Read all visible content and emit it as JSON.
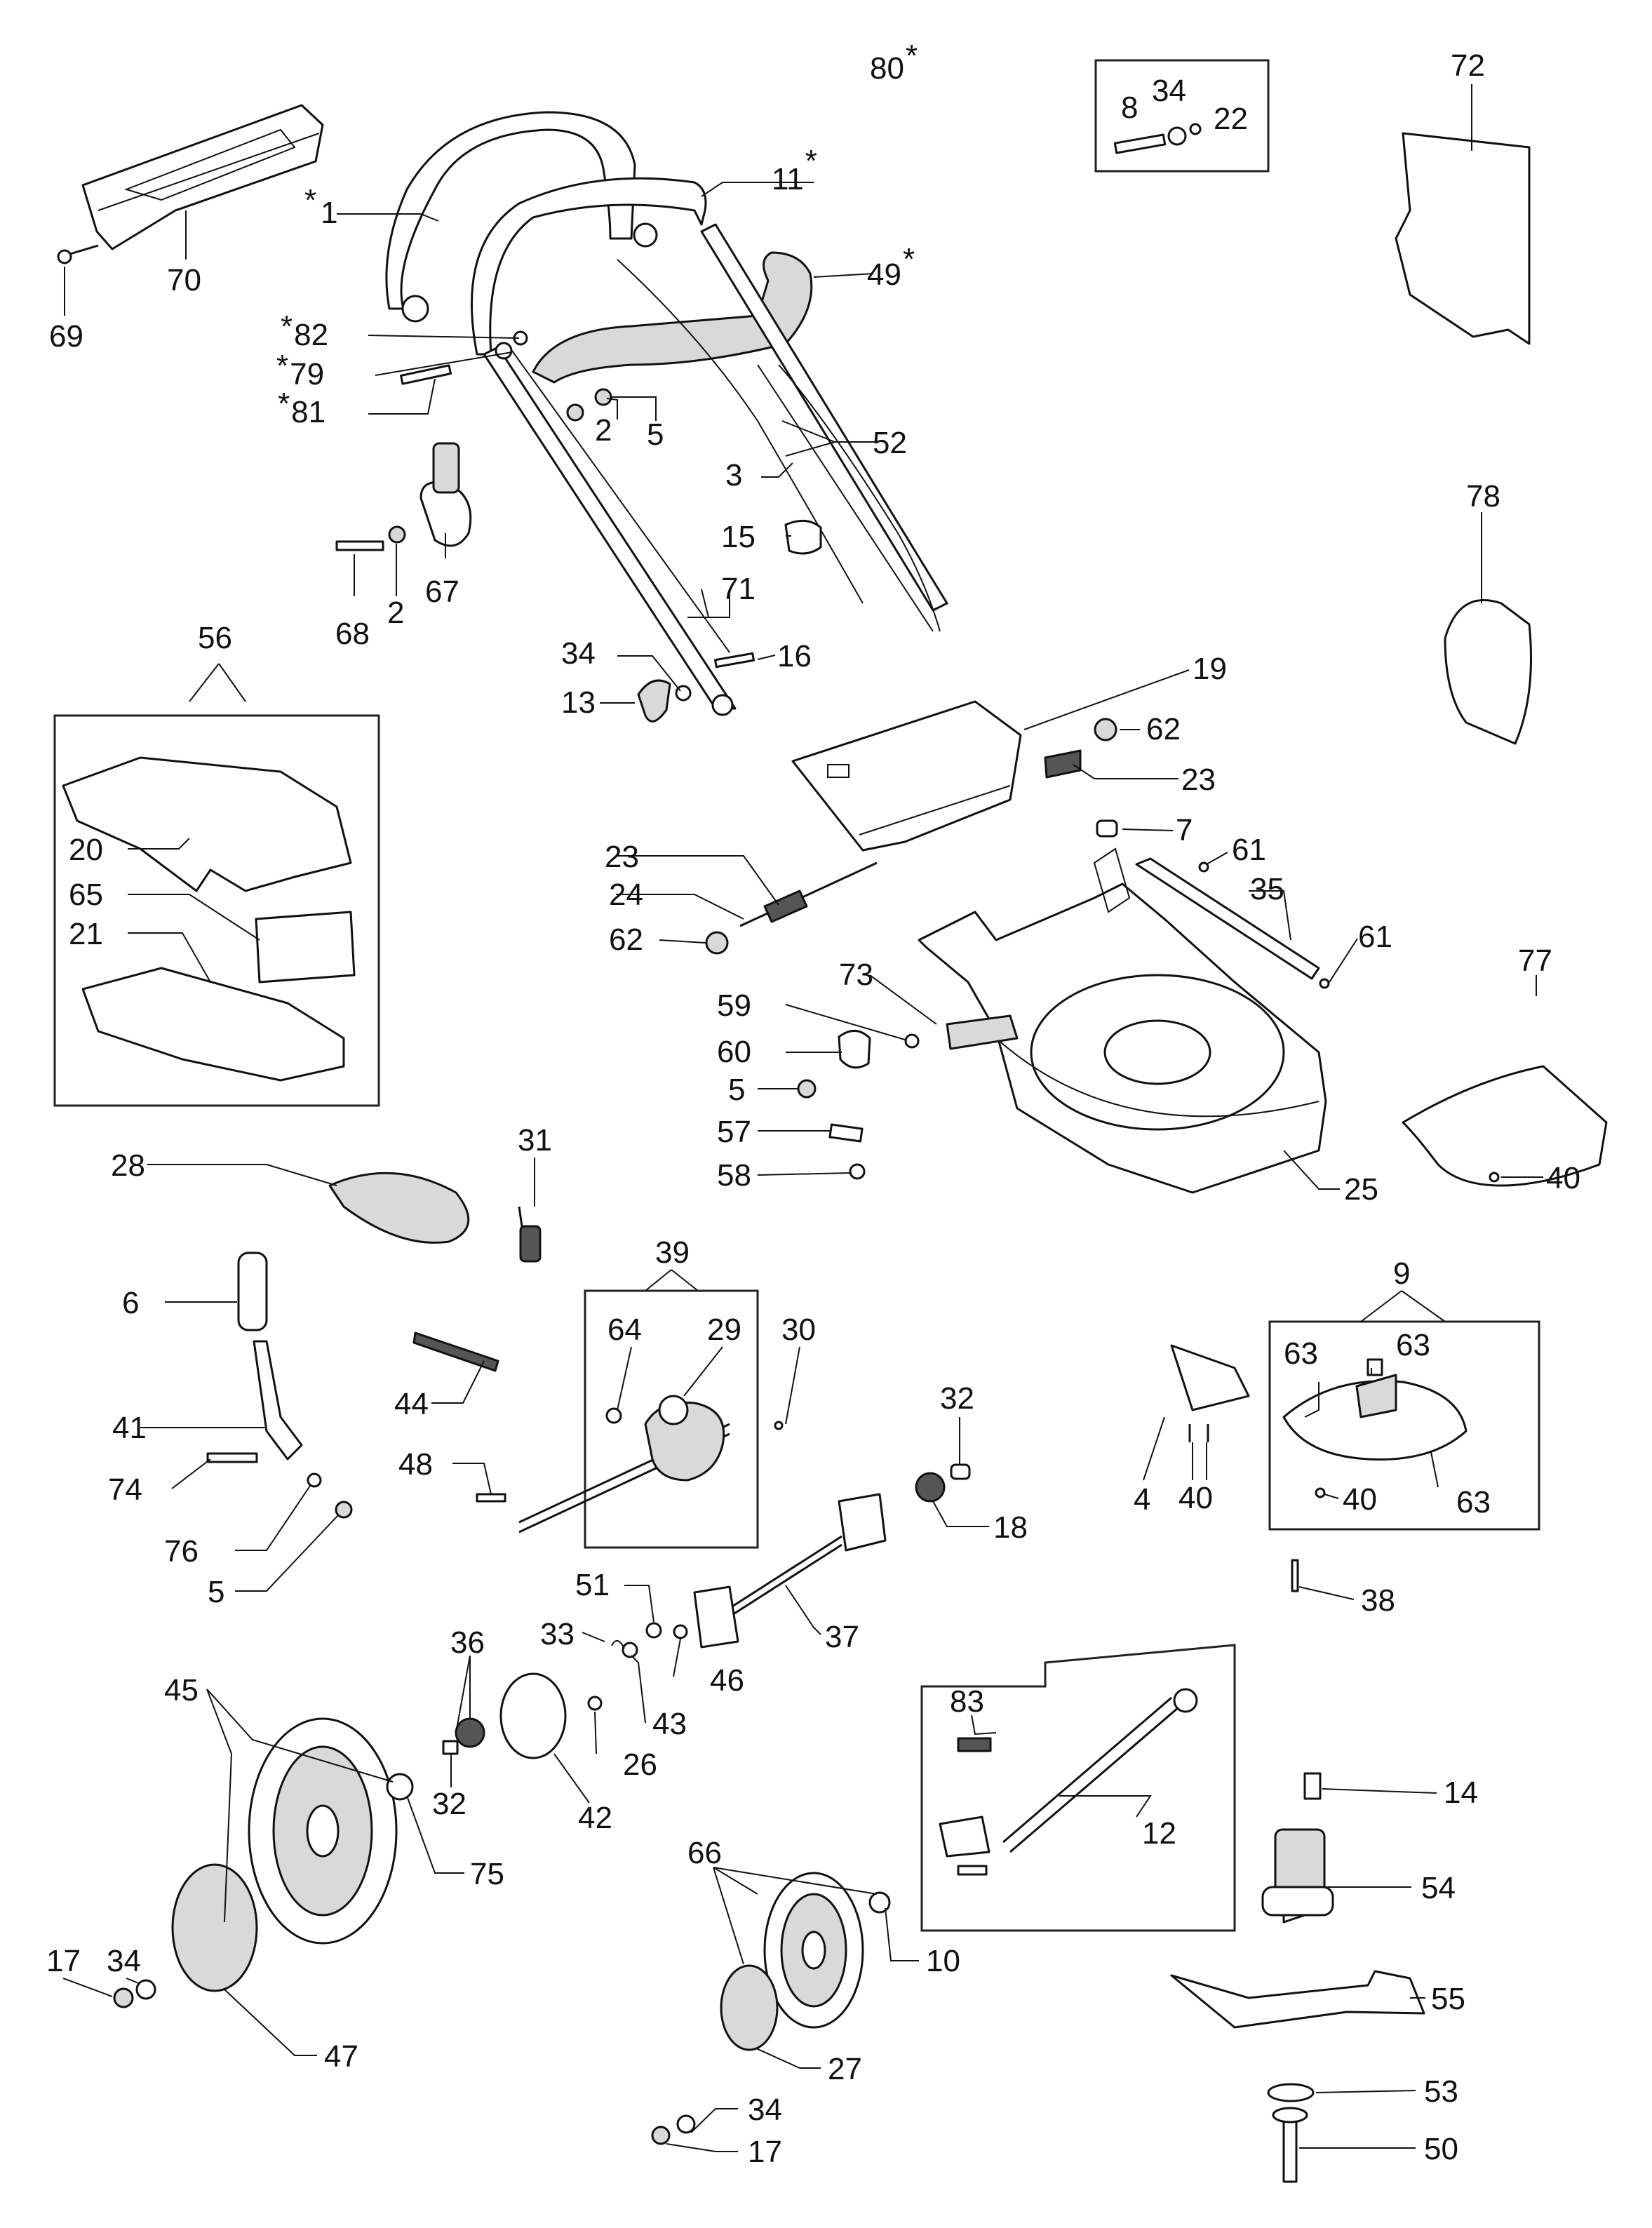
{
  "diagram": {
    "callouts": [
      {
        "id": "c80",
        "text": "80",
        "star": "*"
      },
      {
        "id": "c8",
        "text": "8"
      },
      {
        "id": "c34a",
        "text": "34"
      },
      {
        "id": "c22",
        "text": "22"
      },
      {
        "id": "c72",
        "text": "72"
      },
      {
        "id": "c70",
        "text": "70"
      },
      {
        "id": "c69",
        "text": "69"
      },
      {
        "id": "c1",
        "text": "1",
        "star": "*"
      },
      {
        "id": "c11",
        "text": "11",
        "star": "*"
      },
      {
        "id": "c82",
        "text": "82",
        "star": "*"
      },
      {
        "id": "c79",
        "text": "79",
        "star": "*"
      },
      {
        "id": "c81",
        "text": "81",
        "star": "*"
      },
      {
        "id": "c49",
        "text": "49",
        "star": "*"
      },
      {
        "id": "c2a",
        "text": "2"
      },
      {
        "id": "c5a",
        "text": "5"
      },
      {
        "id": "c52",
        "text": "52"
      },
      {
        "id": "c3",
        "text": "3"
      },
      {
        "id": "c15",
        "text": "15"
      },
      {
        "id": "c78",
        "text": "78"
      },
      {
        "id": "c68",
        "text": "68"
      },
      {
        "id": "c2b",
        "text": "2"
      },
      {
        "id": "c67",
        "text": "67"
      },
      {
        "id": "c71",
        "text": "71"
      },
      {
        "id": "c34b",
        "text": "34"
      },
      {
        "id": "c16",
        "text": "16"
      },
      {
        "id": "c13",
        "text": "13"
      },
      {
        "id": "c19",
        "text": "19"
      },
      {
        "id": "c62a",
        "text": "62"
      },
      {
        "id": "c23a",
        "text": "23"
      },
      {
        "id": "c56",
        "text": "56"
      },
      {
        "id": "c20",
        "text": "20"
      },
      {
        "id": "c65",
        "text": "65"
      },
      {
        "id": "c21",
        "text": "21"
      },
      {
        "id": "c7",
        "text": "7"
      },
      {
        "id": "c61a",
        "text": "61"
      },
      {
        "id": "c23b",
        "text": "23"
      },
      {
        "id": "c35",
        "text": "35"
      },
      {
        "id": "c24",
        "text": "24"
      },
      {
        "id": "c61b",
        "text": "61"
      },
      {
        "id": "c62b",
        "text": "62"
      },
      {
        "id": "c77",
        "text": "77"
      },
      {
        "id": "c73",
        "text": "73"
      },
      {
        "id": "c59",
        "text": "59"
      },
      {
        "id": "c60",
        "text": "60"
      },
      {
        "id": "c5b",
        "text": "5"
      },
      {
        "id": "c57",
        "text": "57"
      },
      {
        "id": "c58",
        "text": "58"
      },
      {
        "id": "c25",
        "text": "25"
      },
      {
        "id": "c40a",
        "text": "40"
      },
      {
        "id": "c28",
        "text": "28"
      },
      {
        "id": "c31",
        "text": "31"
      },
      {
        "id": "c39",
        "text": "39"
      },
      {
        "id": "c9",
        "text": "9"
      },
      {
        "id": "c6",
        "text": "6"
      },
      {
        "id": "c64",
        "text": "64"
      },
      {
        "id": "c29",
        "text": "29"
      },
      {
        "id": "c30",
        "text": "30"
      },
      {
        "id": "c63a",
        "text": "63"
      },
      {
        "id": "c63b",
        "text": "63"
      },
      {
        "id": "c44",
        "text": "44"
      },
      {
        "id": "c32a",
        "text": "32"
      },
      {
        "id": "c41",
        "text": "41"
      },
      {
        "id": "c48",
        "text": "48"
      },
      {
        "id": "c74",
        "text": "74"
      },
      {
        "id": "c18",
        "text": "18"
      },
      {
        "id": "c4",
        "text": "4"
      },
      {
        "id": "c40b",
        "text": "40"
      },
      {
        "id": "c40c",
        "text": "40"
      },
      {
        "id": "c63c",
        "text": "63"
      },
      {
        "id": "c76",
        "text": "76"
      },
      {
        "id": "c5c",
        "text": "5"
      },
      {
        "id": "c38",
        "text": "38"
      },
      {
        "id": "c51",
        "text": "51"
      },
      {
        "id": "c33",
        "text": "33"
      },
      {
        "id": "c37",
        "text": "37"
      },
      {
        "id": "c46",
        "text": "46"
      },
      {
        "id": "c43",
        "text": "43"
      },
      {
        "id": "c36",
        "text": "36"
      },
      {
        "id": "c45",
        "text": "45"
      },
      {
        "id": "c83",
        "text": "83"
      },
      {
        "id": "c26",
        "text": "26"
      },
      {
        "id": "c32b",
        "text": "32"
      },
      {
        "id": "c42",
        "text": "42"
      },
      {
        "id": "c12",
        "text": "12"
      },
      {
        "id": "c14",
        "text": "14"
      },
      {
        "id": "c75",
        "text": "75"
      },
      {
        "id": "c66",
        "text": "66"
      },
      {
        "id": "c54",
        "text": "54"
      },
      {
        "id": "c17a",
        "text": "17"
      },
      {
        "id": "c34c",
        "text": "34"
      },
      {
        "id": "c10",
        "text": "10"
      },
      {
        "id": "c55",
        "text": "55"
      },
      {
        "id": "c47",
        "text": "47"
      },
      {
        "id": "c27",
        "text": "27"
      },
      {
        "id": "c53",
        "text": "53"
      },
      {
        "id": "c34d",
        "text": "34"
      },
      {
        "id": "c50",
        "text": "50"
      },
      {
        "id": "c17b",
        "text": "17"
      }
    ]
  }
}
